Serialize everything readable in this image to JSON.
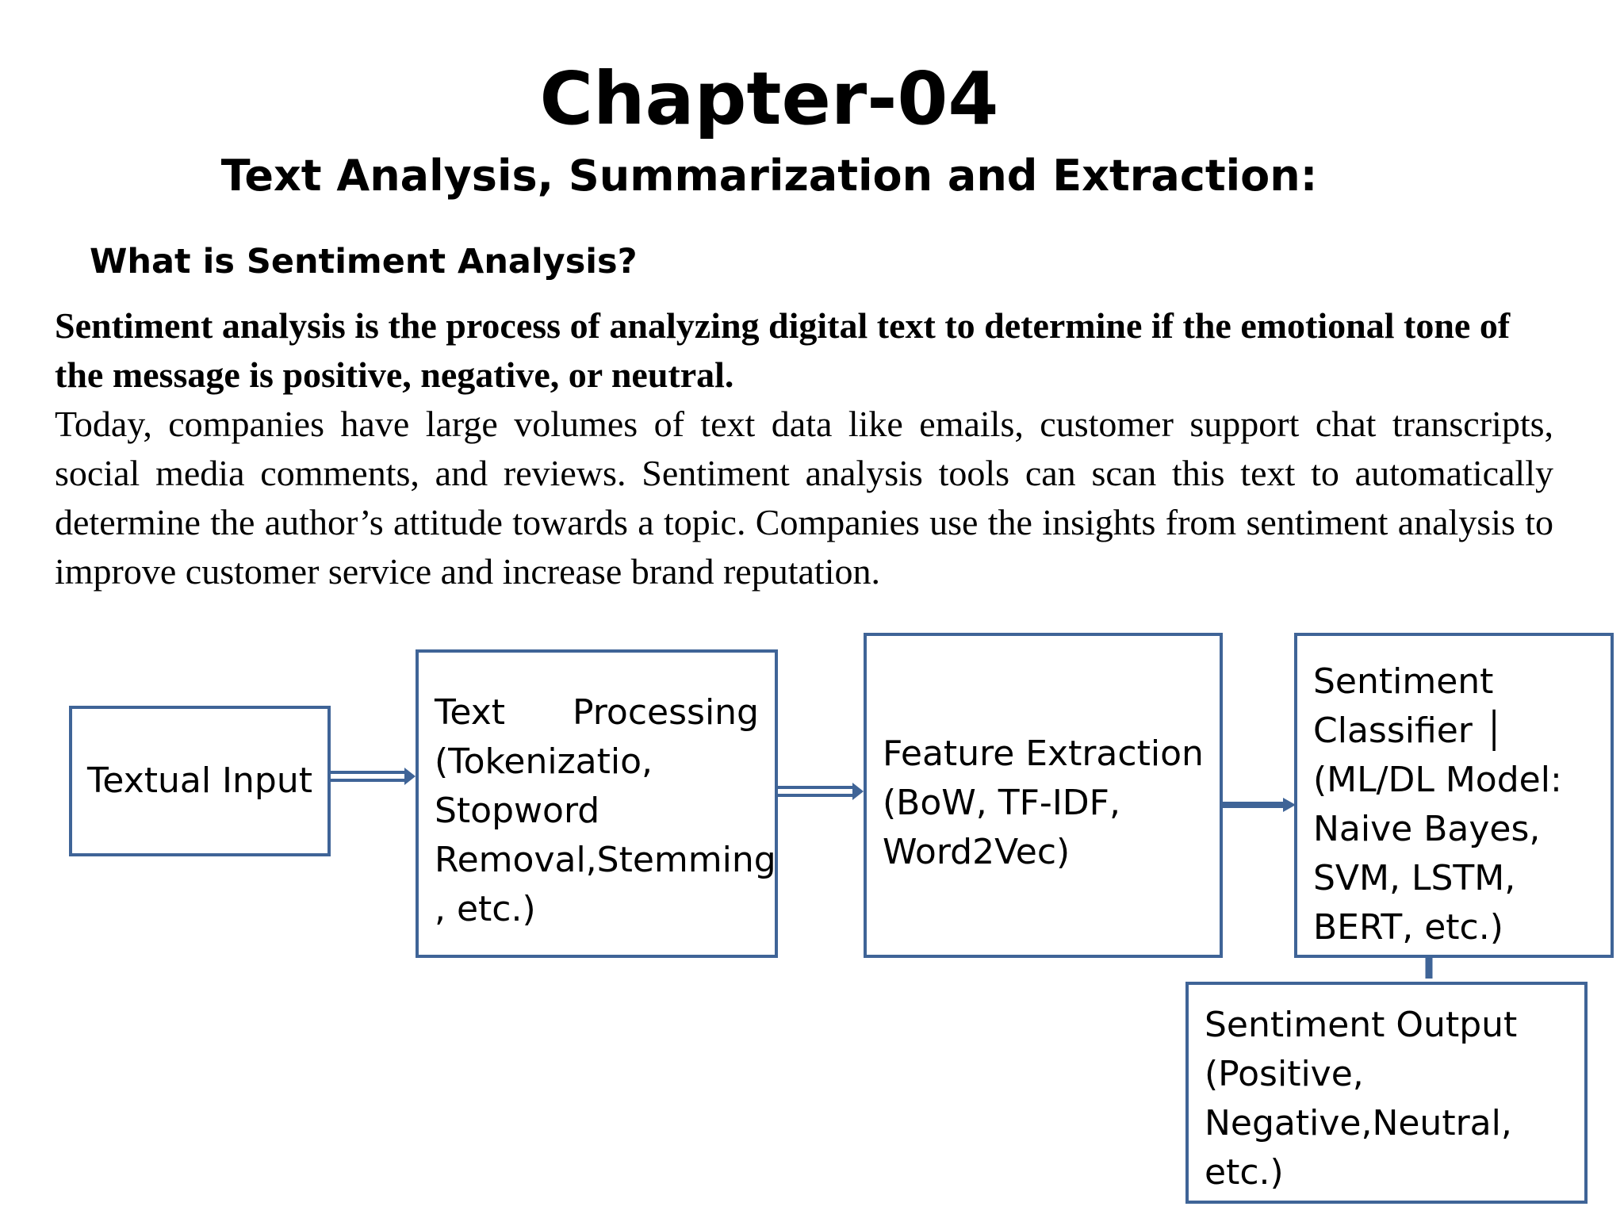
{
  "slide": {
    "title": "Chapter-04",
    "subtitle": "Text Analysis, Summarization and Extraction:"
  },
  "section": {
    "heading": "What is Sentiment Analysis?",
    "definition": "Sentiment analysis is the process of analyzing digital text to determine if the emotional tone of the message is positive, negative, or neutral.",
    "paragraph": "Today, companies have large volumes of text data like emails, customer support chat transcripts, social media comments, and reviews. Sentiment analysis tools can scan this text to automatically determine the author’s attitude towards a topic. Companies use the insights from sentiment analysis to improve customer service and increase brand reputation."
  },
  "diagram": {
    "colors": {
      "border": "#3f6497",
      "arrow": "#3f6497"
    },
    "nodes": {
      "input": "Textual Input",
      "processing": "Text Processing (Tokenizatio, Stopword Removal,Stemming , etc.)",
      "features": "Feature Extraction (BoW, TF-IDF, Word2Vec)",
      "classifier": "Sentiment Classifier │ (ML/DL Model:  Naive Bayes, SVM, LSTM, BERT, etc.)",
      "output": "Sentiment Output (Positive, Negative,Neutral, etc.)"
    }
  }
}
